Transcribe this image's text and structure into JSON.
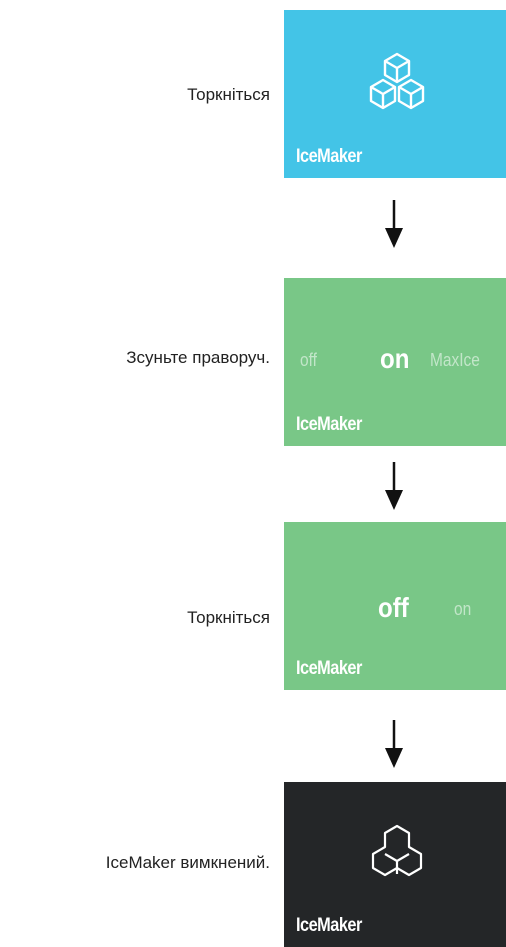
{
  "steps": [
    {
      "instruction": "Торкніться",
      "tile_label": "IceMaker",
      "tile_color": "#43c4e7",
      "icon": "icemaker-cubes-icon"
    },
    {
      "instruction": "Зсуньте праворуч.",
      "tile_label": "IceMaker",
      "tile_color": "#79c787",
      "options": {
        "left": "off",
        "active": "on",
        "right": "MaxIce"
      }
    },
    {
      "instruction": "Торкніться",
      "tile_label": "IceMaker",
      "tile_color": "#79c787",
      "options": {
        "active": "off",
        "right": "on"
      }
    },
    {
      "instruction": "IceMaker вимкнений.",
      "tile_label": "IceMaker",
      "tile_color": "#242628",
      "icon": "icemaker-off-icon"
    }
  ],
  "arrow_icon": "down-arrow-icon"
}
